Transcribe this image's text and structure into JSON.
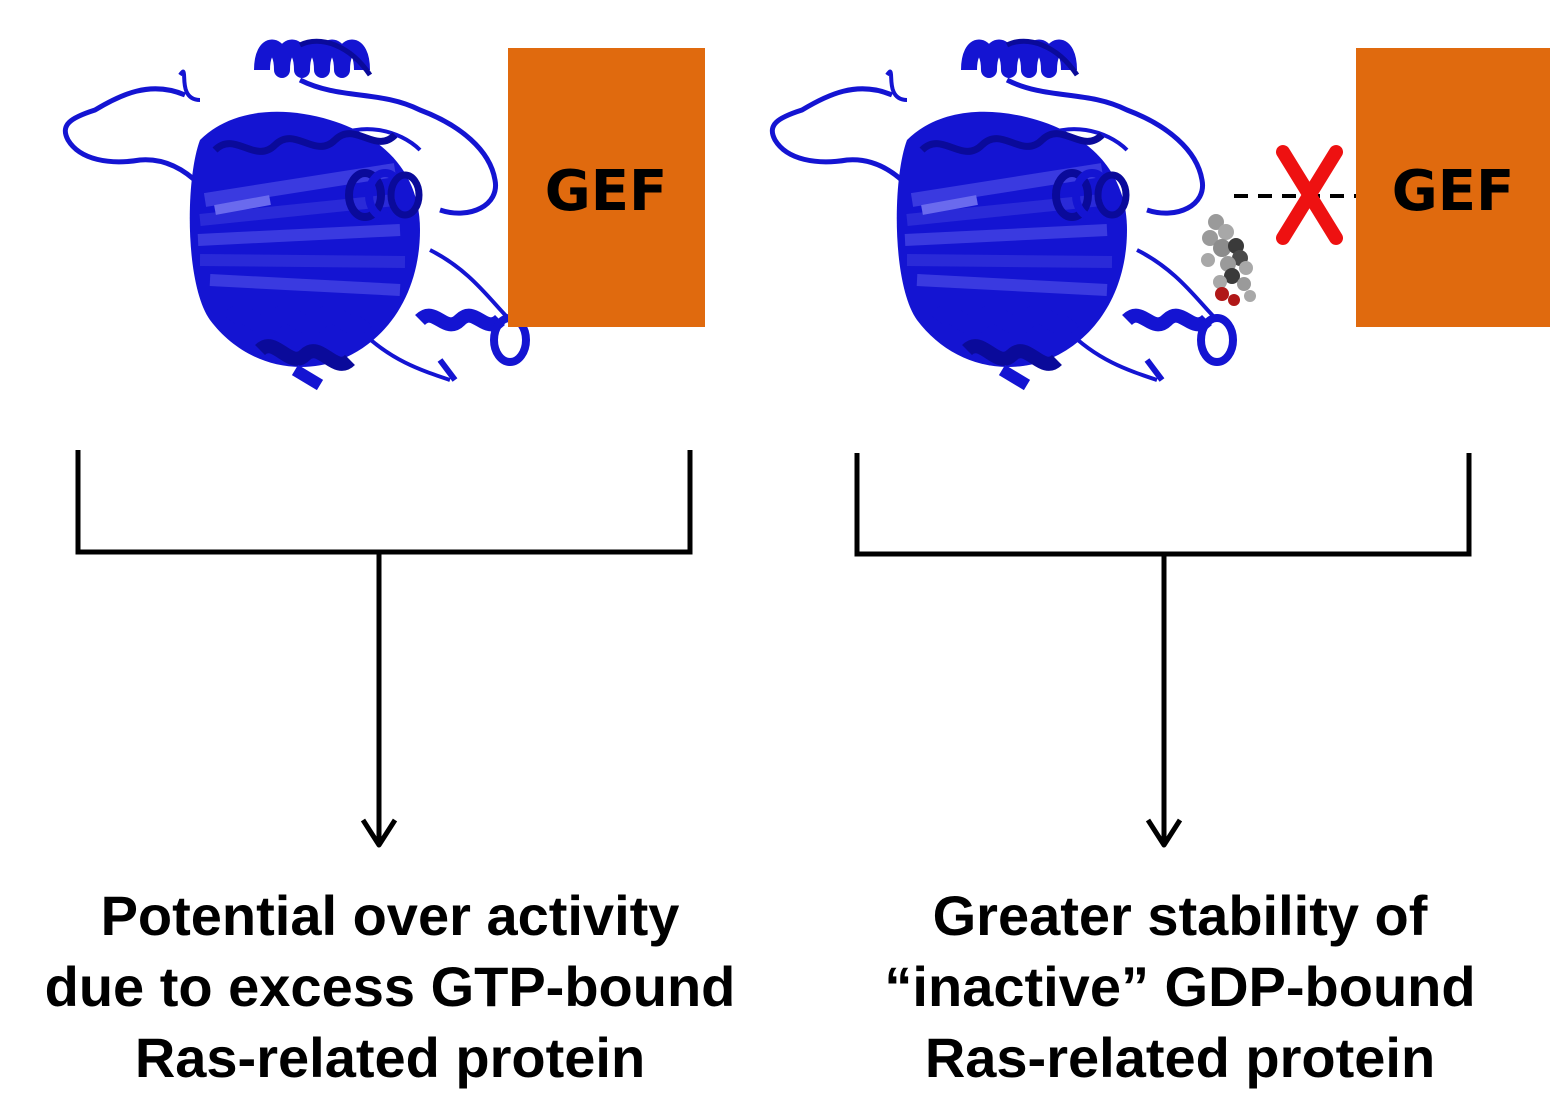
{
  "colors": {
    "protein": "#1414d2",
    "protein_dark": "#0a0a9a",
    "gef_box": "#e06a0e",
    "inhibitor_mark": "#ee1111",
    "ligand_carbon": "#9a9a9a",
    "ligand_dark": "#3a3a3a",
    "ligand_oxygen": "#b01818",
    "lines": "#000000"
  },
  "icons": {
    "protein": "ras-protein-ribbon-icon",
    "ligand": "small-molecule-ligand-icon",
    "block": "red-x-block-icon"
  },
  "left_panel": {
    "gef_label": "GEF",
    "caption_lines": [
      "Potential over activity",
      "due to excess GTP-bound",
      "Ras-related protein"
    ]
  },
  "right_panel": {
    "gef_label": "GEF",
    "block_mark": "X",
    "caption_lines": [
      "Greater stability of",
      "“inactive” GDP-bound",
      "Ras-related protein"
    ]
  }
}
